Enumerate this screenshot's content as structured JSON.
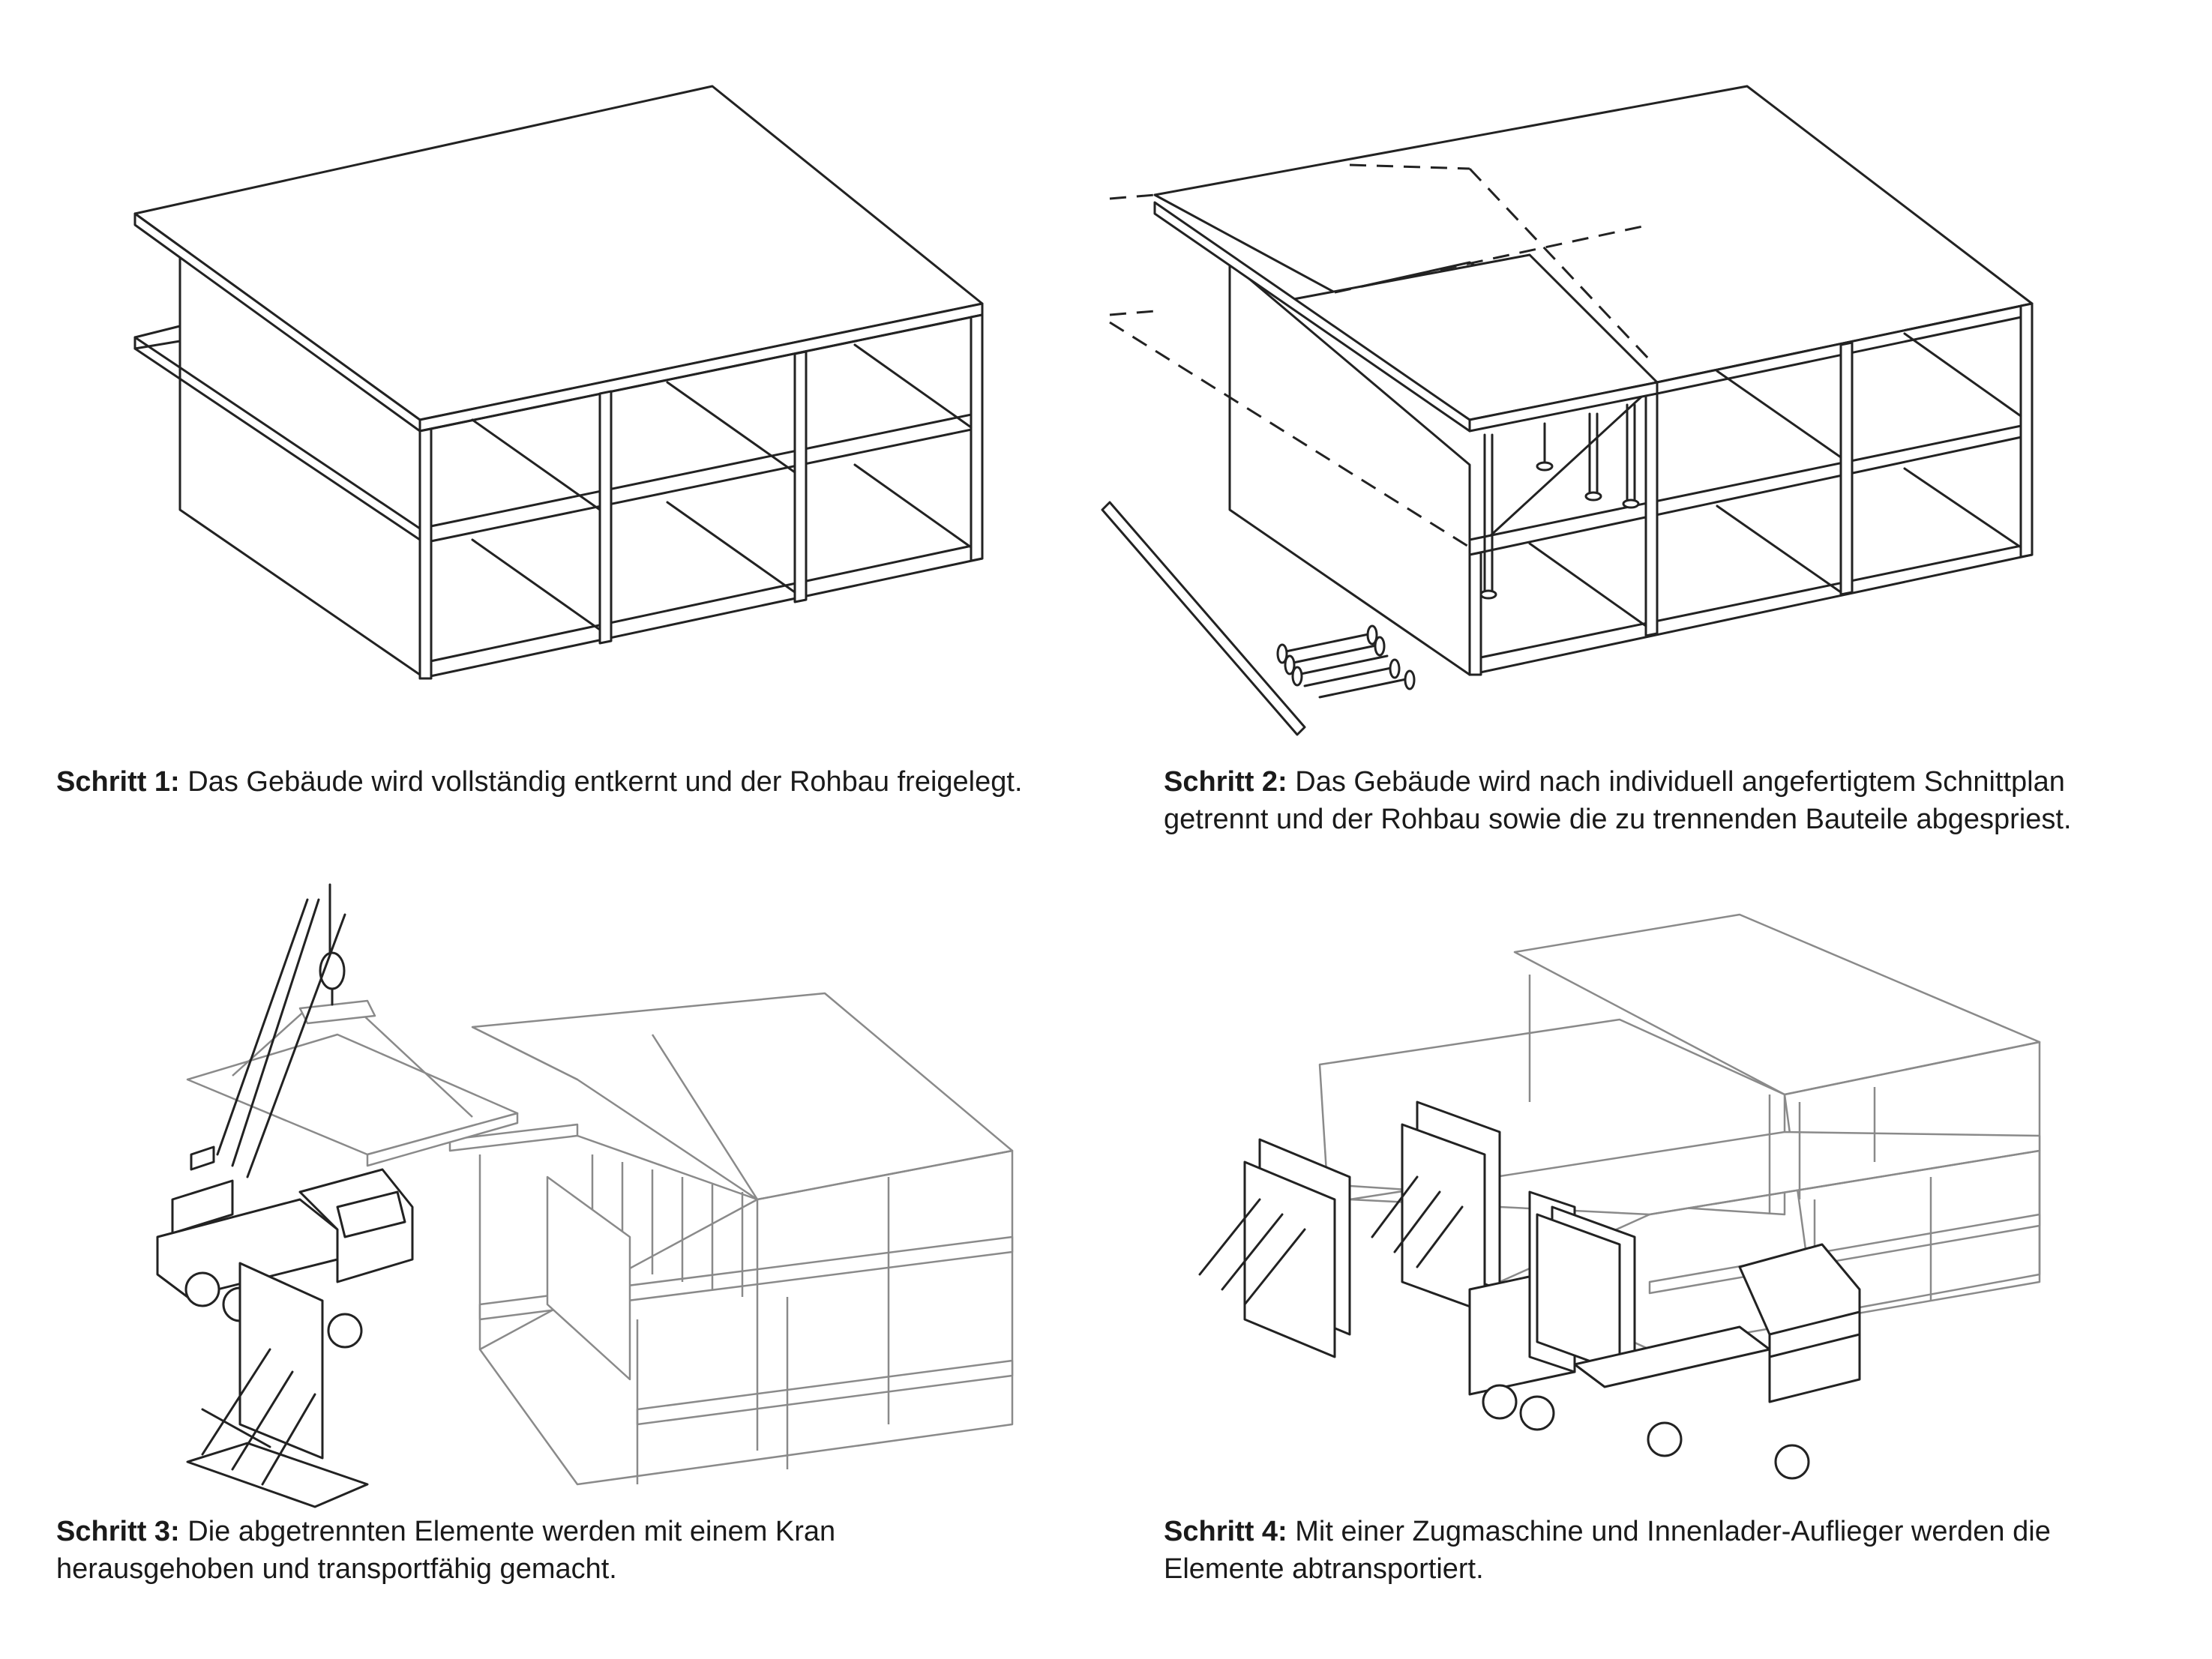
{
  "steps": [
    {
      "label": "Schritt 1:",
      "text": " Das Gebäude wird vollständig entkernt und der Rohbau freigelegt."
    },
    {
      "label": "Schritt 2:",
      "text": " Das Gebäude wird nach individuell angefertigtem Schnittplan getrennt und der Rohbau sowie die zu trennenden Bauteile abgespriest."
    },
    {
      "label": "Schritt 3:",
      "text": " Die abgetrennten Elemente werden mit einem Kran herausgehoben und transportfähig gemacht."
    },
    {
      "label": "Schritt 4:",
      "text": " Mit einer Zugmaschine und Innenlader-Auflieger werden die Elemente abtransportiert."
    }
  ]
}
